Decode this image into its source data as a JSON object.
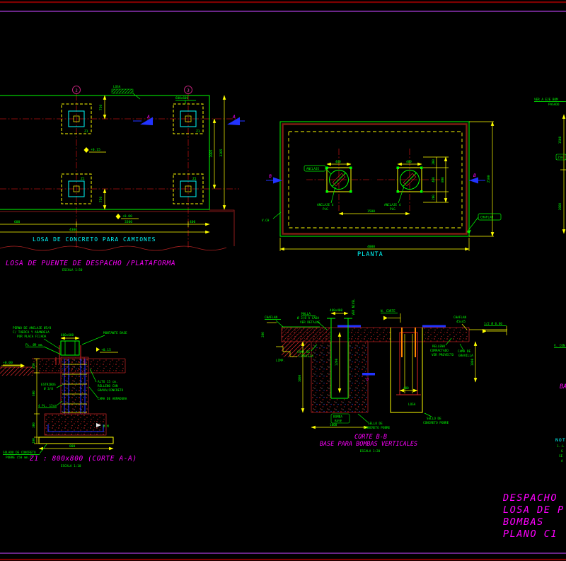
{
  "colors": {
    "background": "#000000",
    "green": "#00ff00",
    "yellow": "#ffff00",
    "cyan": "#00ffff",
    "magenta": "#ff00ff",
    "centerline_red": "#b01010",
    "concrete_red": "#b22222",
    "border_purple": "#7a2b9d",
    "border_dark_red": "#7e0000",
    "blue": "#2233ff",
    "orange": "#ff8800",
    "grid_bubble_pink": "#ff55cc"
  },
  "plan_losa": {
    "bubble_left": "2",
    "bubble_right": "3",
    "pad_label": "Z1",
    "section_letter": "A",
    "losa_label": "LOSA",
    "pad_dim": "600x600",
    "elev_top": "+0.15",
    "elev_zero": "+0.00",
    "dim_left_top": "750",
    "dim_left_bottom": "750",
    "dim_right_inner": "2085",
    "dim_right_outer": "3385",
    "dim_b1": "600",
    "dim_b2": "3300",
    "dim_b3": "400",
    "dim_b_total": "4300",
    "subtitle": "LOSA DE CONCRETO PARA CAMIONES",
    "title": "LOSA DE PUENTE DE DESPACHO /PLATAFORMA",
    "scale": "ESCALA 1:50"
  },
  "planta": {
    "section_letter": "B",
    "pump_top_dim": "400",
    "dim_between": "1500",
    "anchor_box": "ANCLAJE",
    "anchor_line1": "ANCLAJE 4",
    "anchor_line2": "PLG",
    "chaflan_box": "CHAFLAN",
    "corner_label": "V.CH",
    "dim_r1": "200",
    "dim_r2": "400",
    "dim_r3": "200",
    "dim_r4": "800",
    "dim_right": "2500",
    "dim_bottom": "4000",
    "title": "PLANTA"
  },
  "corte_z1": {
    "dim_top": "600x600",
    "perno1": "PERNO DE ANCLAJE Ø5/8",
    "perno2": "C/ TUERCA Y ARANDELA",
    "perno3": "POR PLACA FIJADA",
    "pl_label": "PL. Ø9 mm.",
    "montante": "MONTANTE BASE",
    "elev_top": "+0.15",
    "elev_zero": "+0.00",
    "alto1": "ALTO 15 cm.",
    "alto2": "RELLENO CON",
    "alto3": "GRAVA/CONCRETO",
    "cama": "CAMA DE ARMADURA",
    "estribos1": "ESTRIBOS",
    "estribos2": "Ø 3/8",
    "pl2": "4 PL. 15cm",
    "gm": "Ø M",
    "solado1": "SOLADO DE CONCRETO",
    "solado2": "POBRE (50 mm.)",
    "dim_bottom": "800",
    "dim_l1": "250",
    "dim_l2": "600",
    "dim_l3": "300",
    "dim_l4": "100",
    "title": "Z1 : 800x800 (CORTE A-A)",
    "scale": "ESCALA 1:10"
  },
  "corte_bb": {
    "chaflan_left": "CHAFLAN",
    "malla1": "MALLA",
    "malla2": "Ø 3/8 A CADA",
    "malla3": "VER DETALLE",
    "dim_top": "400x400",
    "vert_label": "VER NIVEL",
    "ncorte": "N. CORTE",
    "cama1": "CAMA DE",
    "cama2": "LIMPIEZA",
    "limp": "LIMP.",
    "dim_can": "1200",
    "dim_wall": "1000",
    "dim_left": "200",
    "chaflan_r1": "CHAFLAN",
    "chaflan_r2": "45x45",
    "half_label": "1/2 Ø 0.60",
    "relleno1": "RELLENO",
    "relleno2": "COMPACTADO",
    "relleno3": "VER PROYECTO",
    "grav1": "CAMA DE",
    "grav2": "GRAVILLA",
    "bomba1": "BOMBA",
    "bomba2": "BASE",
    "sello1": "SELLO DE",
    "sello2": "CONCRETO POBRE",
    "losa_label": "LOSA",
    "letter_d": "D",
    "dim_pit": "400",
    "dim_bottom": "1000",
    "dim_right": "1000",
    "title1": "CORTE B-B",
    "title2": "BASE PARA BOMBAS VERTICALES",
    "scale": "ESCALA 1:20"
  },
  "right_edge": {
    "top1": "VER A EJE BOM",
    "top2": "PASADO",
    "dim_v1": "1500",
    "dim_v2": "2000",
    "box_dim": "250",
    "vcon": "V. CON",
    "ba": "BA",
    "nota": "NOTA:",
    "n1": "1.-L",
    "n2": "G",
    "n3": "SE",
    "n4": "A"
  },
  "title_block": {
    "l1": "DESPACHO",
    "l2": "LOSA DE P",
    "l3": "BOMBAS",
    "l4": "PLANO C1"
  }
}
